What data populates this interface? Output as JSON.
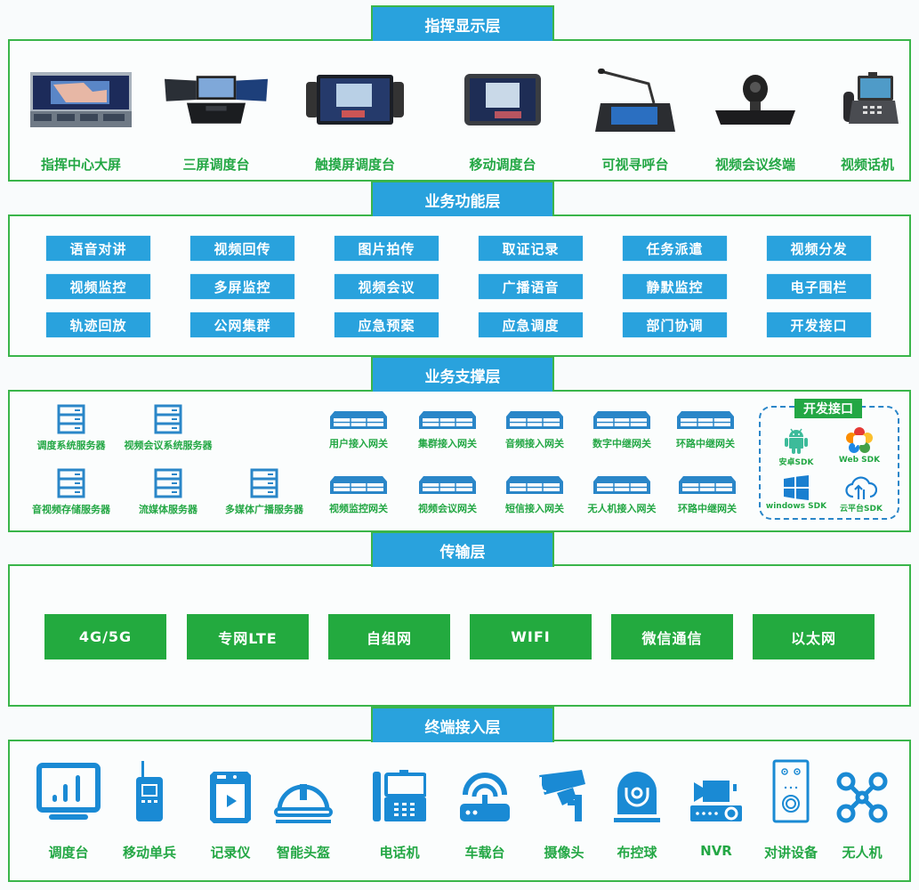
{
  "colors": {
    "accent_blue": "#29a2dd",
    "accent_green": "#23a744",
    "border_green": "#3ab54a",
    "sdk_dash": "#2a86c8"
  },
  "layers": {
    "display": {
      "title": "指挥显示层",
      "devices": [
        {
          "label": "指挥中心大屏",
          "icon": "video-wall-image"
        },
        {
          "label": "三屏调度台",
          "icon": "triple-screen-console-image"
        },
        {
          "label": "触摸屏调度台",
          "icon": "touchscreen-console-image"
        },
        {
          "label": "移动调度台",
          "icon": "tablet-image"
        },
        {
          "label": "可视寻呼台",
          "icon": "paging-console-image"
        },
        {
          "label": "视频会议终端",
          "icon": "conference-camera-image"
        },
        {
          "label": "视频话机",
          "icon": "video-phone-image"
        }
      ]
    },
    "function": {
      "title": "业务功能层",
      "items": [
        "语音对讲",
        "视频回传",
        "图片拍传",
        "取证记录",
        "任务派遣",
        "视频分发",
        "视频监控",
        "多屏监控",
        "视频会议",
        "广播语音",
        "静默监控",
        "电子围栏",
        "轨迹回放",
        "公网集群",
        "应急预案",
        "应急调度",
        "部门协调",
        "开发接口"
      ]
    },
    "support": {
      "title": "业务支撑层",
      "servers": [
        "调度系统服务器",
        "视频会议系统服务器",
        "音视频存储服务器",
        "流媒体服务器",
        "多媒体广播服务器"
      ],
      "gateways": [
        "用户接入网关",
        "集群接入网关",
        "音频接入网关",
        "数字中继网关",
        "环路中继网关",
        "视频监控网关",
        "视频会议网关",
        "短信接入网关",
        "无人机接入网关",
        "环路中继网关"
      ],
      "sdk": {
        "title": "开发接口",
        "items": [
          {
            "label": "安卓SDK",
            "icon": "android-icon"
          },
          {
            "label": "Web SDK",
            "icon": "webrtc-icon"
          },
          {
            "label": "windows SDK",
            "icon": "windows-icon"
          },
          {
            "label": "云平台SDK",
            "icon": "cloud-upload-icon"
          }
        ]
      }
    },
    "transport": {
      "title": "传输层",
      "items": [
        "4G/5G",
        "专网LTE",
        "自组网",
        "WIFI",
        "微信通信",
        "以太网"
      ]
    },
    "terminal": {
      "title": "终端接入层",
      "items": [
        {
          "label": "调度台",
          "icon": "monitor-chart-icon"
        },
        {
          "label": "移动单兵",
          "icon": "walkie-talkie-icon"
        },
        {
          "label": "记录仪",
          "icon": "body-camera-icon"
        },
        {
          "label": "智能头盔",
          "icon": "helmet-icon"
        },
        {
          "label": "电话机",
          "icon": "desk-phone-icon"
        },
        {
          "label": "车载台",
          "icon": "router-icon"
        },
        {
          "label": "摄像头",
          "icon": "cctv-camera-icon"
        },
        {
          "label": "布控球",
          "icon": "dome-camera-icon"
        },
        {
          "label": "NVR",
          "icon": "nvr-icon"
        },
        {
          "label": "对讲设备",
          "icon": "intercom-panel-icon"
        },
        {
          "label": "无人机",
          "icon": "drone-icon"
        }
      ]
    }
  }
}
